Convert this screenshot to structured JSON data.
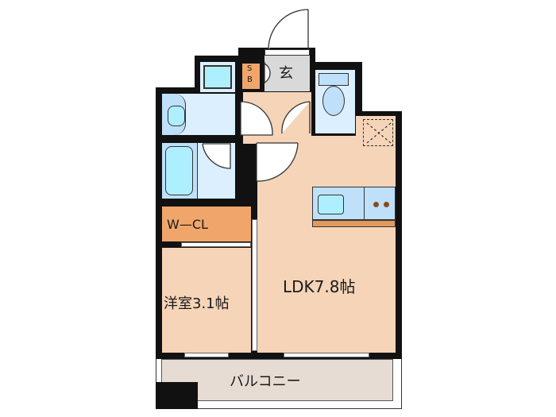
{
  "floorplan": {
    "rooms": {
      "entrance": {
        "label": "玄"
      },
      "shoe_box": {
        "label_line1": "S",
        "label_line2": "B"
      },
      "walk_in_closet": {
        "label": "W—CL"
      },
      "western_room": {
        "label": "洋室3.1帖"
      },
      "ldk": {
        "label": "LDK7.8帖"
      },
      "balcony": {
        "label": "バルコニー"
      }
    },
    "colors": {
      "wall": "#111111",
      "living_floor": "#f5d4b8",
      "wet_area": "#dcefff",
      "fixture": "#aeefff",
      "closet": "#f0a66a",
      "entrance_floor": "#d9d9d9",
      "balcony_floor": "#e6dcd4",
      "counter": "#e0995f"
    }
  }
}
